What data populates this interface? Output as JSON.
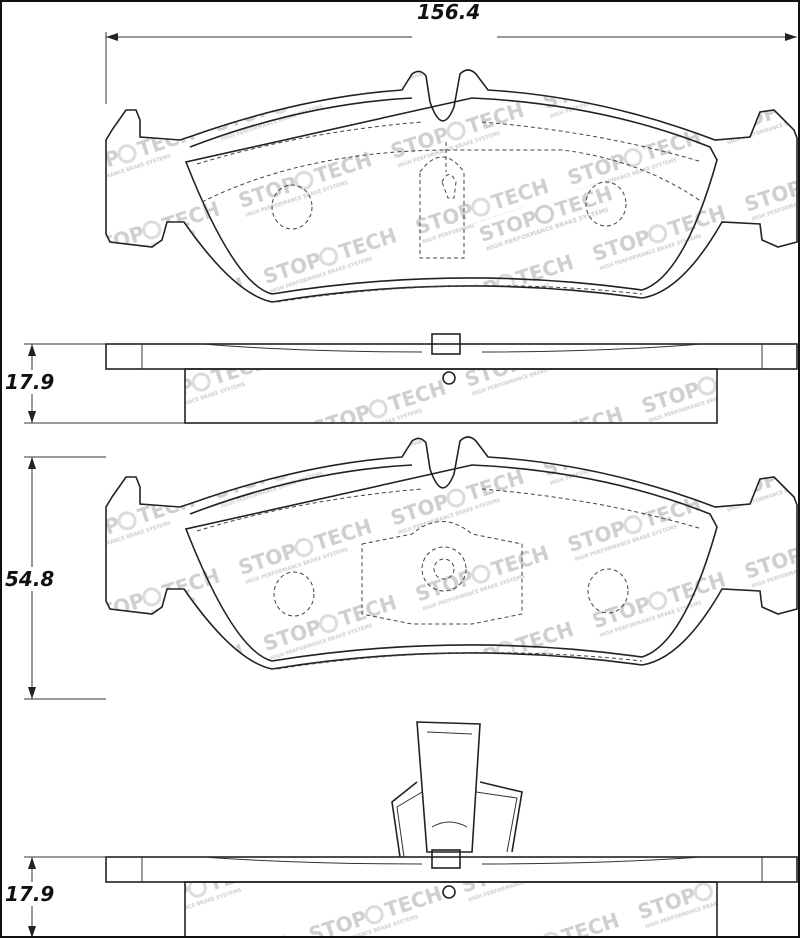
{
  "dimensions": {
    "width": "156.4",
    "thickness_top": "17.9",
    "height": "54.8",
    "thickness_bottom": "17.9"
  },
  "watermark": {
    "brand": "STOP",
    "brand2": "TECH",
    "tagline": "HIGH PERFORMANCE BRAKE SYSTEMS"
  },
  "colors": {
    "line": "#222222",
    "watermark": "#dcdcdc",
    "background": "#ffffff"
  }
}
